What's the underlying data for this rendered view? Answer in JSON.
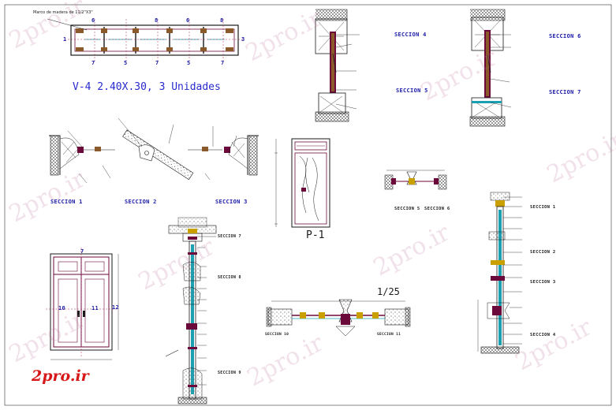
{
  "sheet": {
    "main_title": "V-4  2.40X.30, 3 Unidades",
    "scale": "1/25",
    "door_label": "P-1",
    "brand": "2pro.ir",
    "watermark": "2pro.ir"
  },
  "window_plan": {
    "note": "Marco de madera de 11/2\"X3\"",
    "axis_top": [
      "6",
      "8",
      "6",
      "8"
    ],
    "axis_bottom": [
      "7",
      "5",
      "7",
      "5",
      "7"
    ],
    "axis_left": "1",
    "axis_right": "3"
  },
  "window_sections": [
    "SECCION 1",
    "SECCION 2",
    "SECCION 3"
  ],
  "section_details": [
    "SECCION 4",
    "SECCION 5",
    "SECCION 6",
    "SECCION 7"
  ],
  "door_elevation": {
    "marks": [
      "7",
      "10",
      "11",
      "12"
    ]
  },
  "wall_section_a": [
    "SECCION 7",
    "SECCION 8",
    "SECCION 9"
  ],
  "wall_section_b": [
    "SECCION 1",
    "SECCION 2",
    "SECCION 3",
    "SECCION 4"
  ],
  "small_sections": [
    "SECCION 5",
    "SECCION 6"
  ],
  "plan_sections": [
    "SECCION 10",
    "SECCION 11"
  ],
  "colors": {
    "line": "#1a1a1a",
    "text": "#1a1aa8",
    "frame": "#6b0a3a",
    "wood": "#8b5a2b",
    "cyan": "#1aa0b0",
    "brand": "#d81818"
  }
}
